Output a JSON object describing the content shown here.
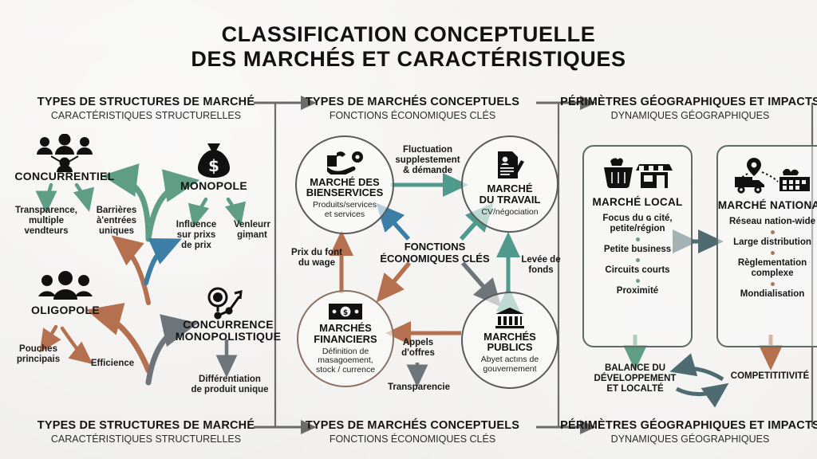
{
  "title": {
    "line1": "CLASSIFICATION CONCEPTUELLE",
    "line2": "DES MARCHÉS ET CARACTÉRISTIQUES"
  },
  "columns": {
    "left": {
      "heading": "TYPES DE STRUCTURES DE MARCHÉ",
      "subheading": "CARACTÉRISTIQUES STRUCTURELLES"
    },
    "middle": {
      "heading": "TYPES DE MARCHÉS CONCEPTUELS",
      "subheading": "FONCTIONS ÉCONOMIQUES CLÉS"
    },
    "right": {
      "heading": "PÉRIMÈTRES GÉOGRAPHIQUES ET IMPACTS",
      "subheading": "DYNAMIQUES GÉOGRAPHIQUES"
    }
  },
  "footers": {
    "left": {
      "heading": "TYPES DE STRUCTURES DE MARCHÉ",
      "subheading": "CARACTÉRISTIQUES STRUCTURELLES"
    },
    "middle": {
      "heading": "TYPES DE MARCHÉS CONCEPTUELS",
      "subheading": "FONCTIONS ÉCONOMIQUES CLÉS"
    },
    "right": {
      "heading": "PÉRIMÈTRES GÉOGRAPHIQUES ET IMPACTS",
      "subheading": "DYNAMIQUES GÉOGRAPHIQUES"
    }
  },
  "left_panel": {
    "nodes": [
      {
        "id": "concurrentiel",
        "label": "CONCURRENTIEL",
        "icon": "group-people-icon"
      },
      {
        "id": "monopole",
        "label": "MONOPOLE",
        "icon": "money-bag-icon"
      },
      {
        "id": "oligopole",
        "label": "OLIGOPOLE",
        "icon": "three-people-icon"
      },
      {
        "id": "concurrence-monopolistique",
        "label": "CONCURRENCE\nMONOPOLISTIQUE",
        "icon": "network-chart-icon"
      }
    ],
    "leaves": [
      {
        "id": "transparence",
        "text": "Transparence,\nmultiple\nvendteurs"
      },
      {
        "id": "barrieres",
        "text": "Barrières\nà'entrées\nuniques"
      },
      {
        "id": "influence",
        "text": "Influence\nsur prixs\nde prix"
      },
      {
        "id": "venleurr",
        "text": "Venleurr\ngiṃant"
      },
      {
        "id": "pouches",
        "text": "Pouches\nprincipais"
      },
      {
        "id": "efficience",
        "text": "Efficience"
      },
      {
        "id": "differentiation",
        "text": "Différentiation\nde produit unique"
      }
    ]
  },
  "middle_panel": {
    "center_label": "FONCTIONS\nÉCONOMIQUES CLÉS",
    "circles": [
      {
        "id": "bienservices",
        "title": "MARCHÉ DES\nBIENSERVICES",
        "subtitle": "Produits/services\net services",
        "icon": "goods-services-icon"
      },
      {
        "id": "travail",
        "title": "MARCHÉ\nDU TRAVAIL",
        "subtitle": "CV/négociation",
        "icon": "resume-pen-icon"
      },
      {
        "id": "financiers",
        "title": "MARCHÉS\nFINANCIERS",
        "subtitle": "Définition de\nmasagoement,\nstock / currence",
        "icon": "banknote-icon"
      },
      {
        "id": "publics",
        "title": "MARCHÉS\nPUBLICS",
        "subtitle": "Abyet actıns de\ngouvernement",
        "icon": "bank-building-icon"
      }
    ],
    "arrow_labels": [
      {
        "id": "fluctuation",
        "text": "Fluctuation\nsupplestement\n& démande"
      },
      {
        "id": "prix-du-font",
        "text": "Prix du font\ndu wage"
      },
      {
        "id": "levee-de-fonds",
        "text": "Levée de\nfonds"
      },
      {
        "id": "appels-offres",
        "text": "Appels\nd'offres"
      },
      {
        "id": "transparencie",
        "text": "Transparencie"
      }
    ]
  },
  "right_panel": {
    "boxes": [
      {
        "id": "marche-local",
        "title": "MARCHÉ LOCAL",
        "icon": "basket-shop-icon",
        "dot_color": "#6f9d7e",
        "items": [
          "Focus du ɢ cité,\npetite/région",
          "Petite business",
          "Circuits courts",
          "Proximité"
        ]
      },
      {
        "id": "marche-national",
        "title": "MARCHÉ NATIONAL",
        "icon": "truck-factory-icon",
        "dot_color": "#a87a5c",
        "items": [
          "Réseau nation-wide",
          "Large distribution",
          "Règlementation\ncomplexe",
          "Mondialisation"
        ]
      }
    ],
    "outcomes": [
      {
        "id": "balance",
        "text": "BALANCE DU\nDÉVELOPPEMENT\nET LOCALTÉ"
      },
      {
        "id": "competitivite",
        "text": "COMPETITITIVITÉ"
      }
    ]
  },
  "colors": {
    "background": "#f2f1ef",
    "ink": "#141414",
    "green": "#5f9e85",
    "teal": "#4f9a8c",
    "brown": "#b5714f",
    "blue": "#3d7ea6",
    "gray": "#6e757a",
    "rail": "#6b6b6b"
  }
}
